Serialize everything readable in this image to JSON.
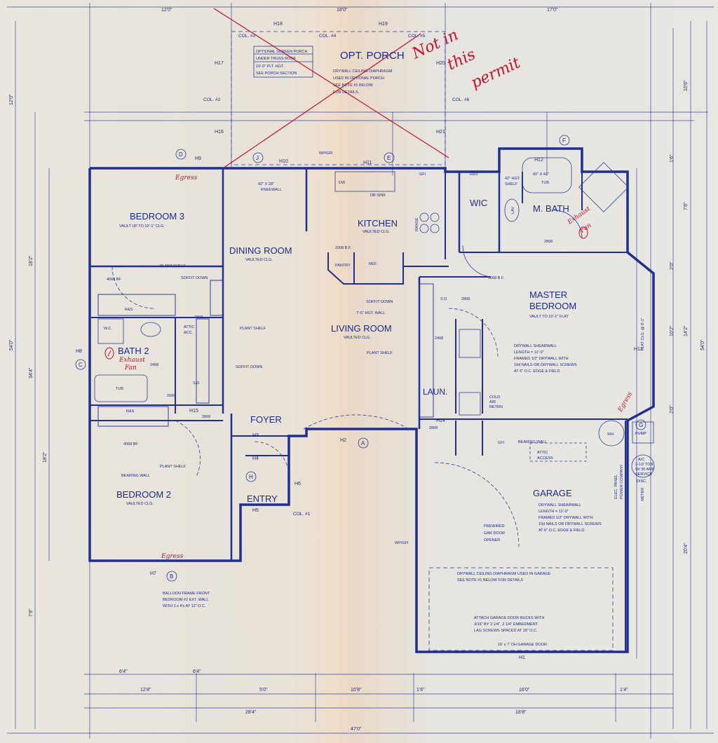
{
  "colors": {
    "ink": "#1f2e90",
    "redline": "#c8102e",
    "paper": "#e8e4dc"
  },
  "top_dims": [
    "12'0\"",
    "18'0\"",
    "17'0\""
  ],
  "bottom_dims": [
    "12'8\"",
    "10'8\"",
    "1'6\"",
    "16'0\"",
    "1'4\"",
    "6'4\"",
    "6'4\"",
    "5'0\"",
    "28'4\"",
    "18'8\"",
    "47'0\""
  ],
  "side_dims": {
    "left": [
      "12'0\"",
      "18'2\"",
      "34'4\"",
      "54'0\"",
      "18'2\"",
      "7'8\""
    ],
    "right": [
      "10'6\"",
      "1'6\"",
      "7'6\"",
      "2'0\"",
      "10'2\"",
      "14'2\"",
      "54'0\"",
      "2'0\"",
      "20'4\""
    ]
  },
  "porch_note": {
    "lines": [
      "OPTIONAL SCREEN PORCH",
      "UNDER TRUSS ROOF",
      "10'-0\" PLT. HGT.",
      "SEE PORCH SECTION"
    ]
  },
  "columns": [
    "COL. #3",
    "COL. #4",
    "COL. #5",
    "COL. #2",
    "COL. #6",
    "COL. #1"
  ],
  "headers": [
    "H18",
    "H19",
    "H17",
    "H20",
    "H16",
    "H21",
    "H9",
    "H10",
    "H11",
    "H12",
    "H8",
    "H13",
    "H15",
    "H3",
    "H2",
    "H4",
    "H5",
    "H6",
    "H14",
    "H7",
    "H1"
  ],
  "markers": [
    "D",
    "J",
    "E",
    "F",
    "C",
    "A",
    "H",
    "G",
    "B"
  ],
  "rooms": {
    "porch": {
      "name": "OPT. PORCH",
      "note": [
        "DRYWALL CEILING DIAPHRAGM",
        "USED IN OPTIONAL PORCH",
        "SEE NOTE #1 BELOW",
        "FOR DETAILS."
      ]
    },
    "bedroom3": {
      "name": "BEDROOM 3",
      "sub": "VAULT UP TO 10'-1\" CLG."
    },
    "dining": {
      "name": "DINING ROOM",
      "sub": "VAULTED CLG."
    },
    "kitchen": {
      "name": "KITCHEN",
      "sub": "VAULTED CLG."
    },
    "wic": {
      "name": "WIC"
    },
    "mbath": {
      "name": "M. BATH"
    },
    "master": {
      "name": "MASTER",
      "name2": "BEDROOM",
      "sub": "VAULT TO 10'-1\" FLAT"
    },
    "living": {
      "name": "LIVING ROOM",
      "sub": "VAULTED CLG."
    },
    "bath2": {
      "name": "BATH 2"
    },
    "foyer": {
      "name": "FOYER"
    },
    "laun": {
      "name": "LAUN."
    },
    "garage": {
      "name": "GARAGE"
    },
    "bedroom2": {
      "name": "BEDROOM 2",
      "sub": "VAULTED CLG."
    },
    "entry": {
      "name": "ENTRY"
    }
  },
  "labels": {
    "kneewall": [
      "42\" X 28\"",
      "KNEEWALL"
    ],
    "plant_shelf": "PLANT SHELF",
    "soffit_down": "SOFFIT DOWN",
    "bearing_wall": "BEARING WALL",
    "hgt_wall": "7'-6\" HGT. WALL",
    "rs": "R&S",
    "wc": "W.C.",
    "tub": "TUB",
    "tub2": "60\" X 42\"",
    "shelf": [
      "42\" HGT.",
      "SHELF"
    ],
    "attic_acc": [
      "ATTIC",
      "ACC."
    ],
    "attic_access": [
      "ATTIC",
      "ACCESS"
    ],
    "sd": "S.D.",
    "pantry": "PANTRY",
    "ref": "REF.",
    "range": "RANGE",
    "dw": "DW",
    "db_sink": "DB SINK",
    "wp_gfi": "WP/GFI",
    "gfi": "GFI",
    "lav": "LAV",
    "flat_clg": "FLAT CLG. @ 8'-1\"",
    "cold_air": [
      "COLD",
      "AIR",
      "RETRN"
    ],
    "wh": "WH",
    "pump": "PUMP",
    "ac_unit": [
      "A/C",
      "2-1/2 TON",
      "W/ 30 AMP",
      "SERVICE"
    ],
    "disc": "DISC.",
    "meter": "METER",
    "elec_panel": [
      "ELEC. PANEL",
      "POWER COMPANY"
    ],
    "door_opener": [
      "PREWIRED",
      "GAR DOOR",
      "OPENER"
    ],
    "balloon": [
      "BALLOON FRAME FRONT",
      "BEDROOM #2 EXT. WALL",
      "WITH 2 x 4's AT 12\" O.C."
    ],
    "shear_master": [
      "DRYWALL SHEARWALL",
      "LENGTH = 12'-0\"",
      "FRAMED 1/2\" DRYWALL WITH",
      "10d NAILS OR DRYWALL SCREWS",
      "AT 6\" O.C. EDGE & FIELD."
    ],
    "shear_garage": [
      "DRYWALL SHEARWALL",
      "LENGTH = 12'-0\"",
      "FRAMED 1/2\" DRYWALL WITH",
      "10d NAILS OR DRYWALL SCREWS",
      "AT 6\" O.C. EDGE & FIELD."
    ],
    "garage_diaphragm": [
      "DRYWALL CEILING DIAPHRAGM USED IN GARAGE",
      "SEE NOTE #1 BELOW FOR DETAILS"
    ],
    "door_bucks": [
      "ATTACH GARAGE DOOR BUCKS WITH",
      "3/16\" BY 3 1/4\", 2 1/4\" EMBEDMENT",
      "LAG SCREWS SPACED AT 18\" O.C."
    ],
    "garage_door": "16' x 7' OH GARAGE DOOR",
    "doors": [
      "4068 BF",
      "2868",
      "3068 B.F.",
      "2068 B.F.",
      "2468",
      "2068",
      "3068"
    ]
  },
  "redline": {
    "not_permit": [
      "Not in",
      "this",
      "permit"
    ],
    "egress": "Egress",
    "exhaust_fan": [
      "Exhaust",
      "Fan"
    ]
  }
}
